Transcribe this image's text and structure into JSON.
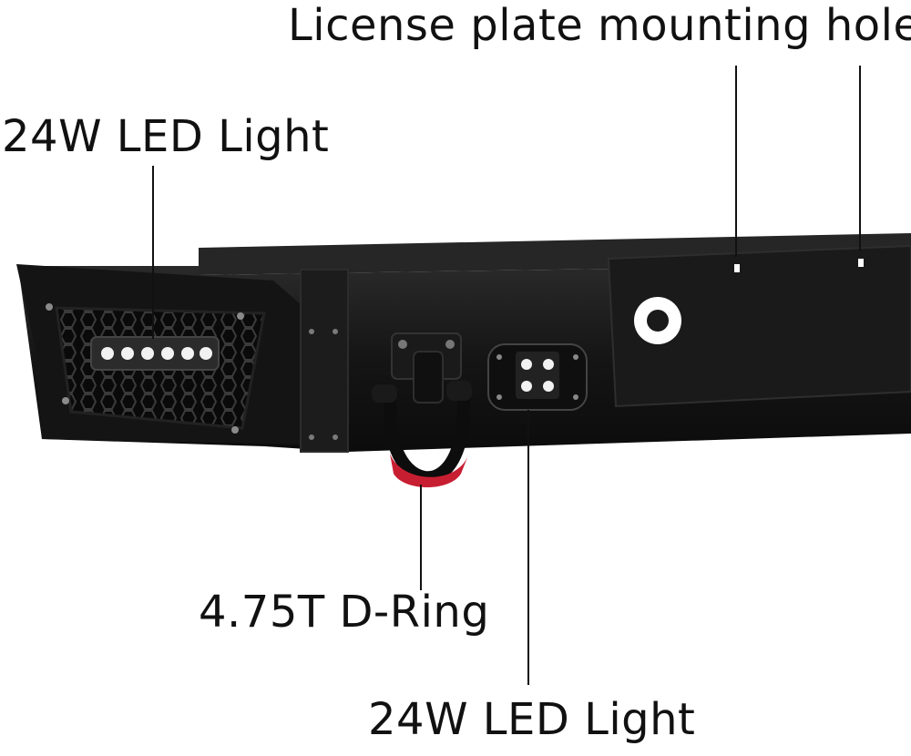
{
  "labels": {
    "license_plate_holes": "License plate mounting holes",
    "led_light_left": "24W LED Light",
    "d_ring": "4.75T D-Ring",
    "led_light_bottom": "24W LED Light"
  },
  "colors": {
    "background": "#ffffff",
    "bumper_body": "#151515",
    "bumper_highlight": "#2a2a2a",
    "shackle_wrap": "#c81e32",
    "led_glow": "#f2f2f2",
    "callout_line": "#111111"
  },
  "parts": {
    "mesh_grille": "honeycomb-mesh",
    "shackle": "d-ring-shackle",
    "plate_mount": "license-plate-mount"
  }
}
